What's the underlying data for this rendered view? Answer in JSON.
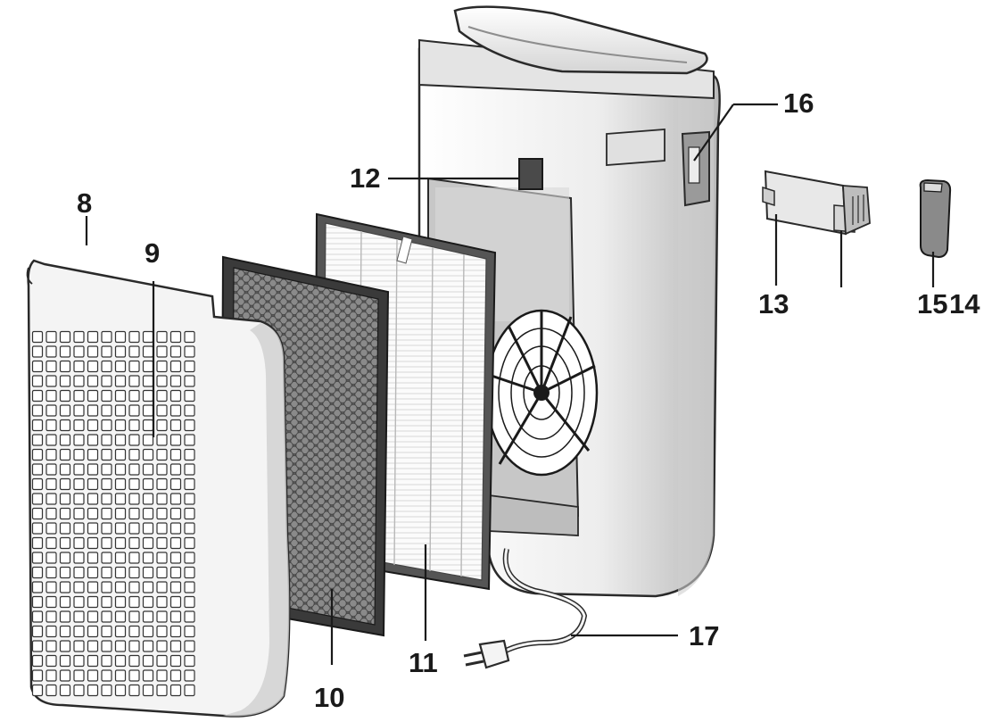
{
  "callouts": {
    "c8": "8",
    "c9": "9",
    "c10": "10",
    "c11": "11",
    "c12": "12",
    "c13": "13",
    "c14": "14",
    "c15": "15",
    "c16": "16",
    "c17": "17"
  },
  "colors": {
    "outline": "#1a1a1a",
    "housing_light": "#f2f2f2",
    "housing_shade": "#c9c9c9",
    "carbon_filter": "#6d6d6d",
    "hepa_filter": "#f7f7f7"
  }
}
